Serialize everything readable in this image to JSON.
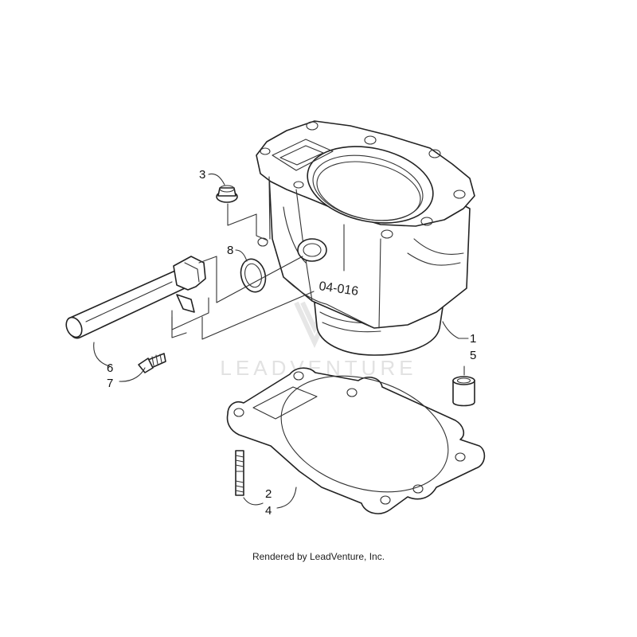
{
  "diagram": {
    "callouts": {
      "c1": "1",
      "c2": "2",
      "c3": "3",
      "c4": "4",
      "c5": "5",
      "c6": "6",
      "c7": "7",
      "c8": "8"
    },
    "cylinder_stamp": "04-016",
    "watermark": "LEADVENTURE"
  },
  "footer": {
    "credit": "Rendered by LeadVenture, Inc."
  }
}
